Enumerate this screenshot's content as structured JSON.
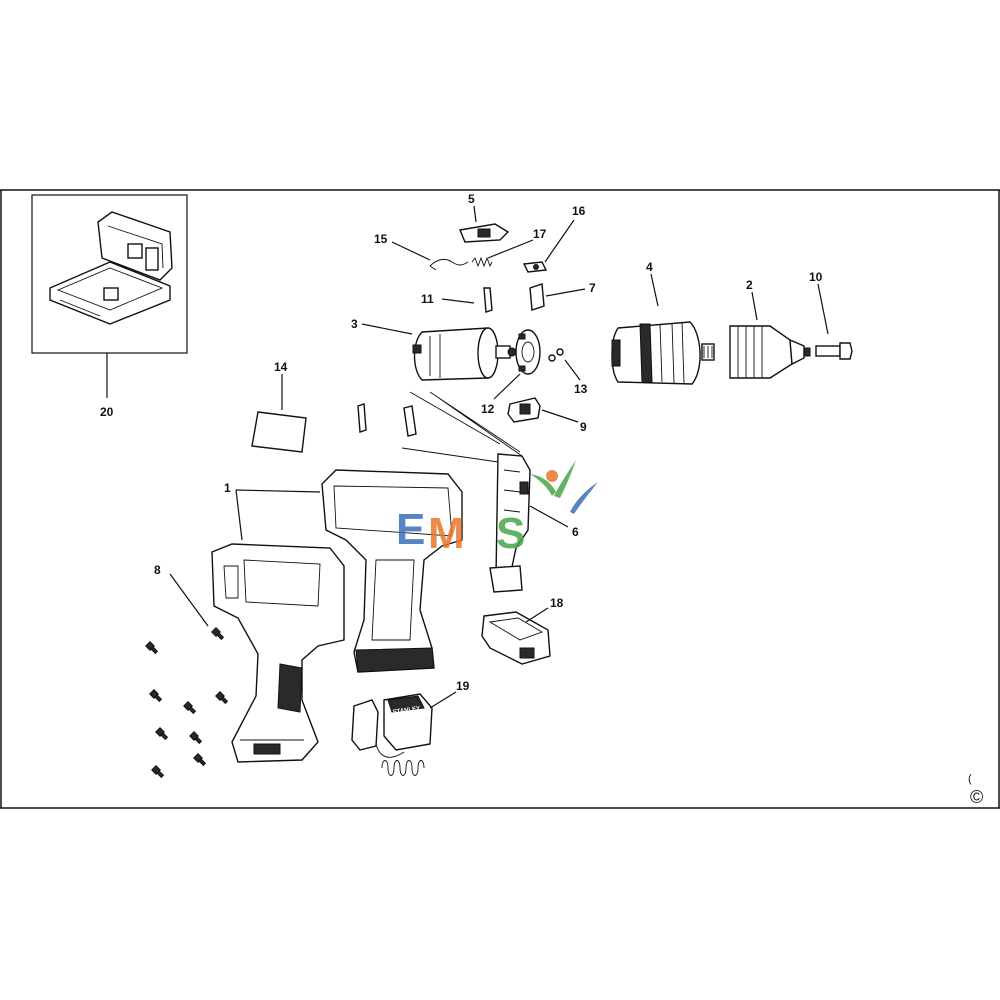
{
  "callouts": {
    "c1": "1",
    "c2": "2",
    "c3": "3",
    "c4": "4",
    "c5": "5",
    "c6": "6",
    "c7": "7",
    "c8": "8",
    "c9": "9",
    "c10": "10",
    "c11": "11",
    "c12": "12",
    "c13": "13",
    "c14": "14",
    "c15": "15",
    "c16": "16",
    "c17": "17",
    "c18": "18",
    "c19": "19",
    "c20": "20"
  },
  "charger_brand": "STANLEY",
  "watermark": {
    "text": "EMS",
    "colors": [
      "#e8762b",
      "#3a6fb8",
      "#4aa64a"
    ]
  },
  "copyright_symbol": "©",
  "corner_mark": "(",
  "colors": {
    "line": "#111111",
    "background": "#ffffff"
  }
}
